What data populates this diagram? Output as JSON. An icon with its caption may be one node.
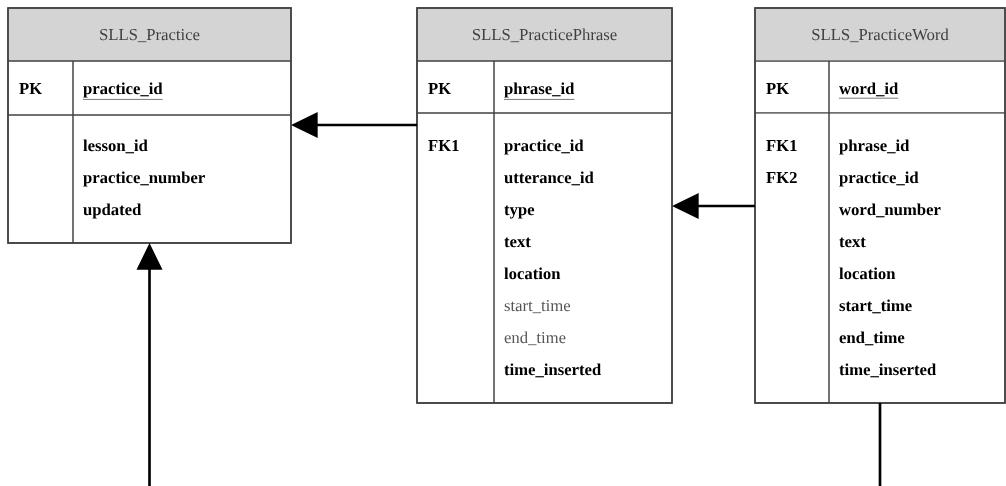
{
  "diagram": {
    "nodes": [
      {
        "text": [
          "SLLS_Practice",
          "PK",
          "practice_id",
          "lesson_id",
          "practice_number",
          "updated"
        ]
      },
      {
        "text": [
          "SLLS_PracticePhrase",
          "PK",
          "phrase_id",
          "FK1",
          "practice_id",
          "utterance_id",
          "type",
          "text",
          "location",
          "start_time",
          "end_time",
          "time_inserted"
        ]
      },
      {
        "text": [
          "SLLS_PracticeWord",
          "PK",
          "word_id",
          "FK1",
          "FK2",
          "phrase_id",
          "practice_id",
          "word_number",
          "text",
          "location",
          "start_time",
          "end_time",
          "time_inserted"
        ]
      }
    ],
    "edges": [
      {
        "from": 1,
        "to": 0,
        "arrow": "to"
      },
      {
        "from": 2,
        "to": 1,
        "arrow": "to"
      },
      {
        "from": null,
        "to": 0,
        "arrow": "to"
      },
      {
        "from": 2,
        "to": null,
        "arrow": "none"
      }
    ]
  }
}
